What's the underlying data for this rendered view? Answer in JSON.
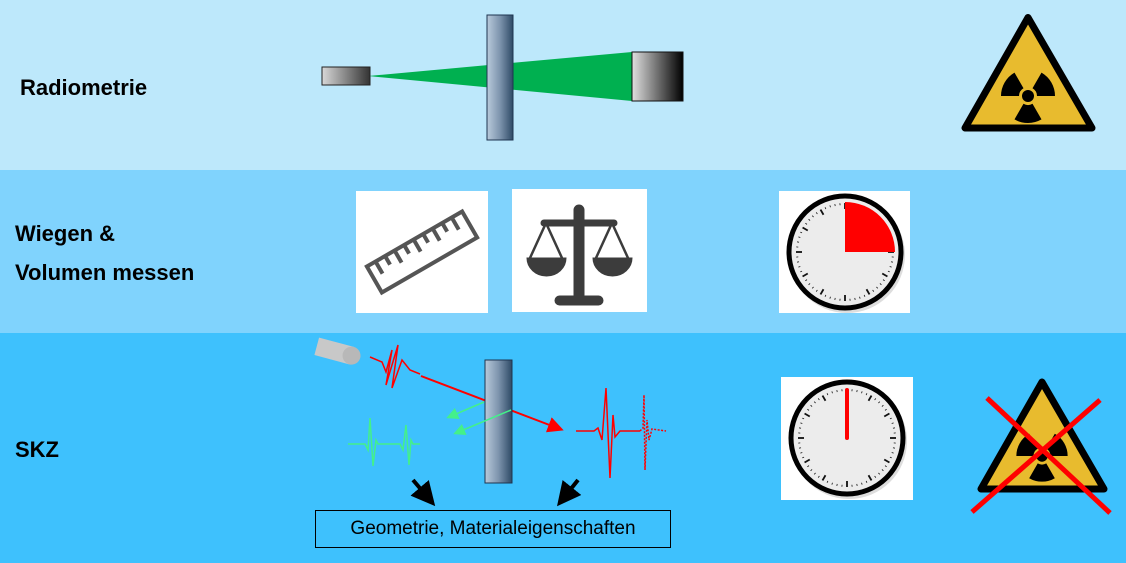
{
  "rows": [
    {
      "label_lines": [
        "Radiometrie"
      ]
    },
    {
      "label_lines": [
        "Wiegen &",
        "Volumen messen"
      ]
    },
    {
      "label_lines": [
        "SKZ"
      ]
    }
  ],
  "result_box": "Geometrie, Materialeigenschaften",
  "icons": {
    "radiometrie": [
      "radiation-source-icon",
      "gamma-beam",
      "plate",
      "detector-icon",
      "radiation-warning-icon"
    ],
    "wiegen": [
      "ruler-icon",
      "balance-scale-icon",
      "clock-icon"
    ],
    "skz": [
      "ultrasonic-transducer-icon",
      "plate",
      "clock-icon",
      "crossed-radiation-warning-icon"
    ]
  },
  "clocks": {
    "wiegen_elapsed_fraction": 0.25,
    "skz_elapsed_fraction": 0.0
  },
  "colors": {
    "beam": "#00b050",
    "signal_red": "#ff0000",
    "echo_green": "#44f08a",
    "warning_yellow": "#e8bb2e"
  }
}
